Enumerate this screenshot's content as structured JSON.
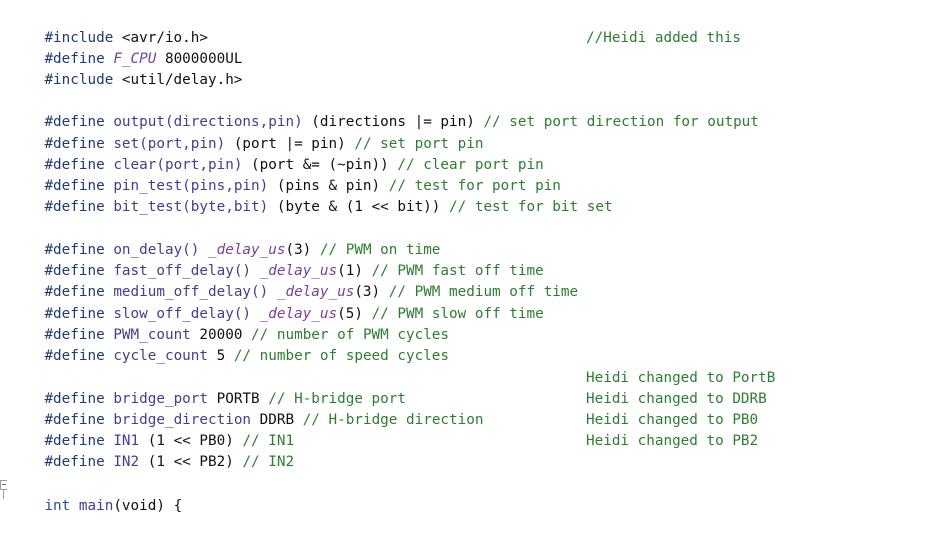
{
  "editor": {
    "lines": [
      {
        "a": "#include ",
        "b": "<avr/io.h>"
      },
      {
        "a": "#define ",
        "b": "F_CPU",
        "c": " 8000000UL",
        "right": "//Heidi added this"
      },
      {
        "a": "#include ",
        "b": "<util/delay.h>"
      },
      {
        "blank": true
      },
      {
        "a": "#define ",
        "b": "output(directions,pin)",
        "c": " (directions |= pin) ",
        "d": "// set port direction for output"
      },
      {
        "a": "#define ",
        "b": "set(port,pin)",
        "c": " (port |= pin) ",
        "d": "// set port pin"
      },
      {
        "a": "#define ",
        "b": "clear(port,pin)",
        "c": " (port &= (~pin)) ",
        "d": "// clear port pin"
      },
      {
        "a": "#define ",
        "b": "pin_test(pins,pin)",
        "c": " (pins & pin) ",
        "d": "// test for port pin"
      },
      {
        "a": "#define ",
        "b": "bit_test(byte,bit)",
        "c": " (byte & (1 << bit)) ",
        "d": "// test for bit set"
      },
      {
        "blank": true
      },
      {
        "a": "#define ",
        "b": "on_delay()",
        "c": " ",
        "f": "_delay_us",
        "g": "(3) ",
        "d": "// PWM on time"
      },
      {
        "a": "#define ",
        "b": "fast_off_delay()",
        "c": " ",
        "f": "_delay_us",
        "g": "(1) ",
        "d": "// PWM fast off time"
      },
      {
        "a": "#define ",
        "b": "medium_off_delay()",
        "c": " ",
        "f": "_delay_us",
        "g": "(3) ",
        "d": "// PWM medium off time"
      },
      {
        "a": "#define ",
        "b": "slow_off_delay()",
        "c": " ",
        "f": "_delay_us",
        "g": "(5) ",
        "d": "// PWM slow off time"
      },
      {
        "a": "#define ",
        "b": "PWM_count",
        "c": " 20000 ",
        "d": "// number of PWM cycles"
      },
      {
        "a": "#define ",
        "b": "cycle_count",
        "c": " 5 ",
        "d": "// number of speed cycles"
      },
      {
        "blank": true
      },
      {
        "a": "#define ",
        "b": "bridge_port",
        "c": " PORTB ",
        "d": "// H-bridge port",
        "right": "Heidi changed to PortB"
      },
      {
        "a": "#define ",
        "b": "bridge_direction",
        "c": " DDRB ",
        "d": "// H-bridge direction",
        "right": "Heidi changed to DDRB"
      },
      {
        "a": "#define ",
        "b": "IN1",
        "c": " (1 << PB0) ",
        "d": "// IN1",
        "right": "Heidi changed to PB0"
      },
      {
        "a": "#define ",
        "b": "IN2",
        "c": " (1 << PB2) ",
        "d": "// IN2",
        "right": "Heidi changed to PB2"
      },
      {
        "blank": true
      },
      {
        "kw": "int",
        "b": " main",
        "c": "(void) {"
      }
    ]
  },
  "colors": {
    "preprocessor": "#1f3a73",
    "macro": "#4b3a8f",
    "function": "#7b3f97",
    "comment": "#2e7d32",
    "keyword": "#2b4f9e"
  }
}
